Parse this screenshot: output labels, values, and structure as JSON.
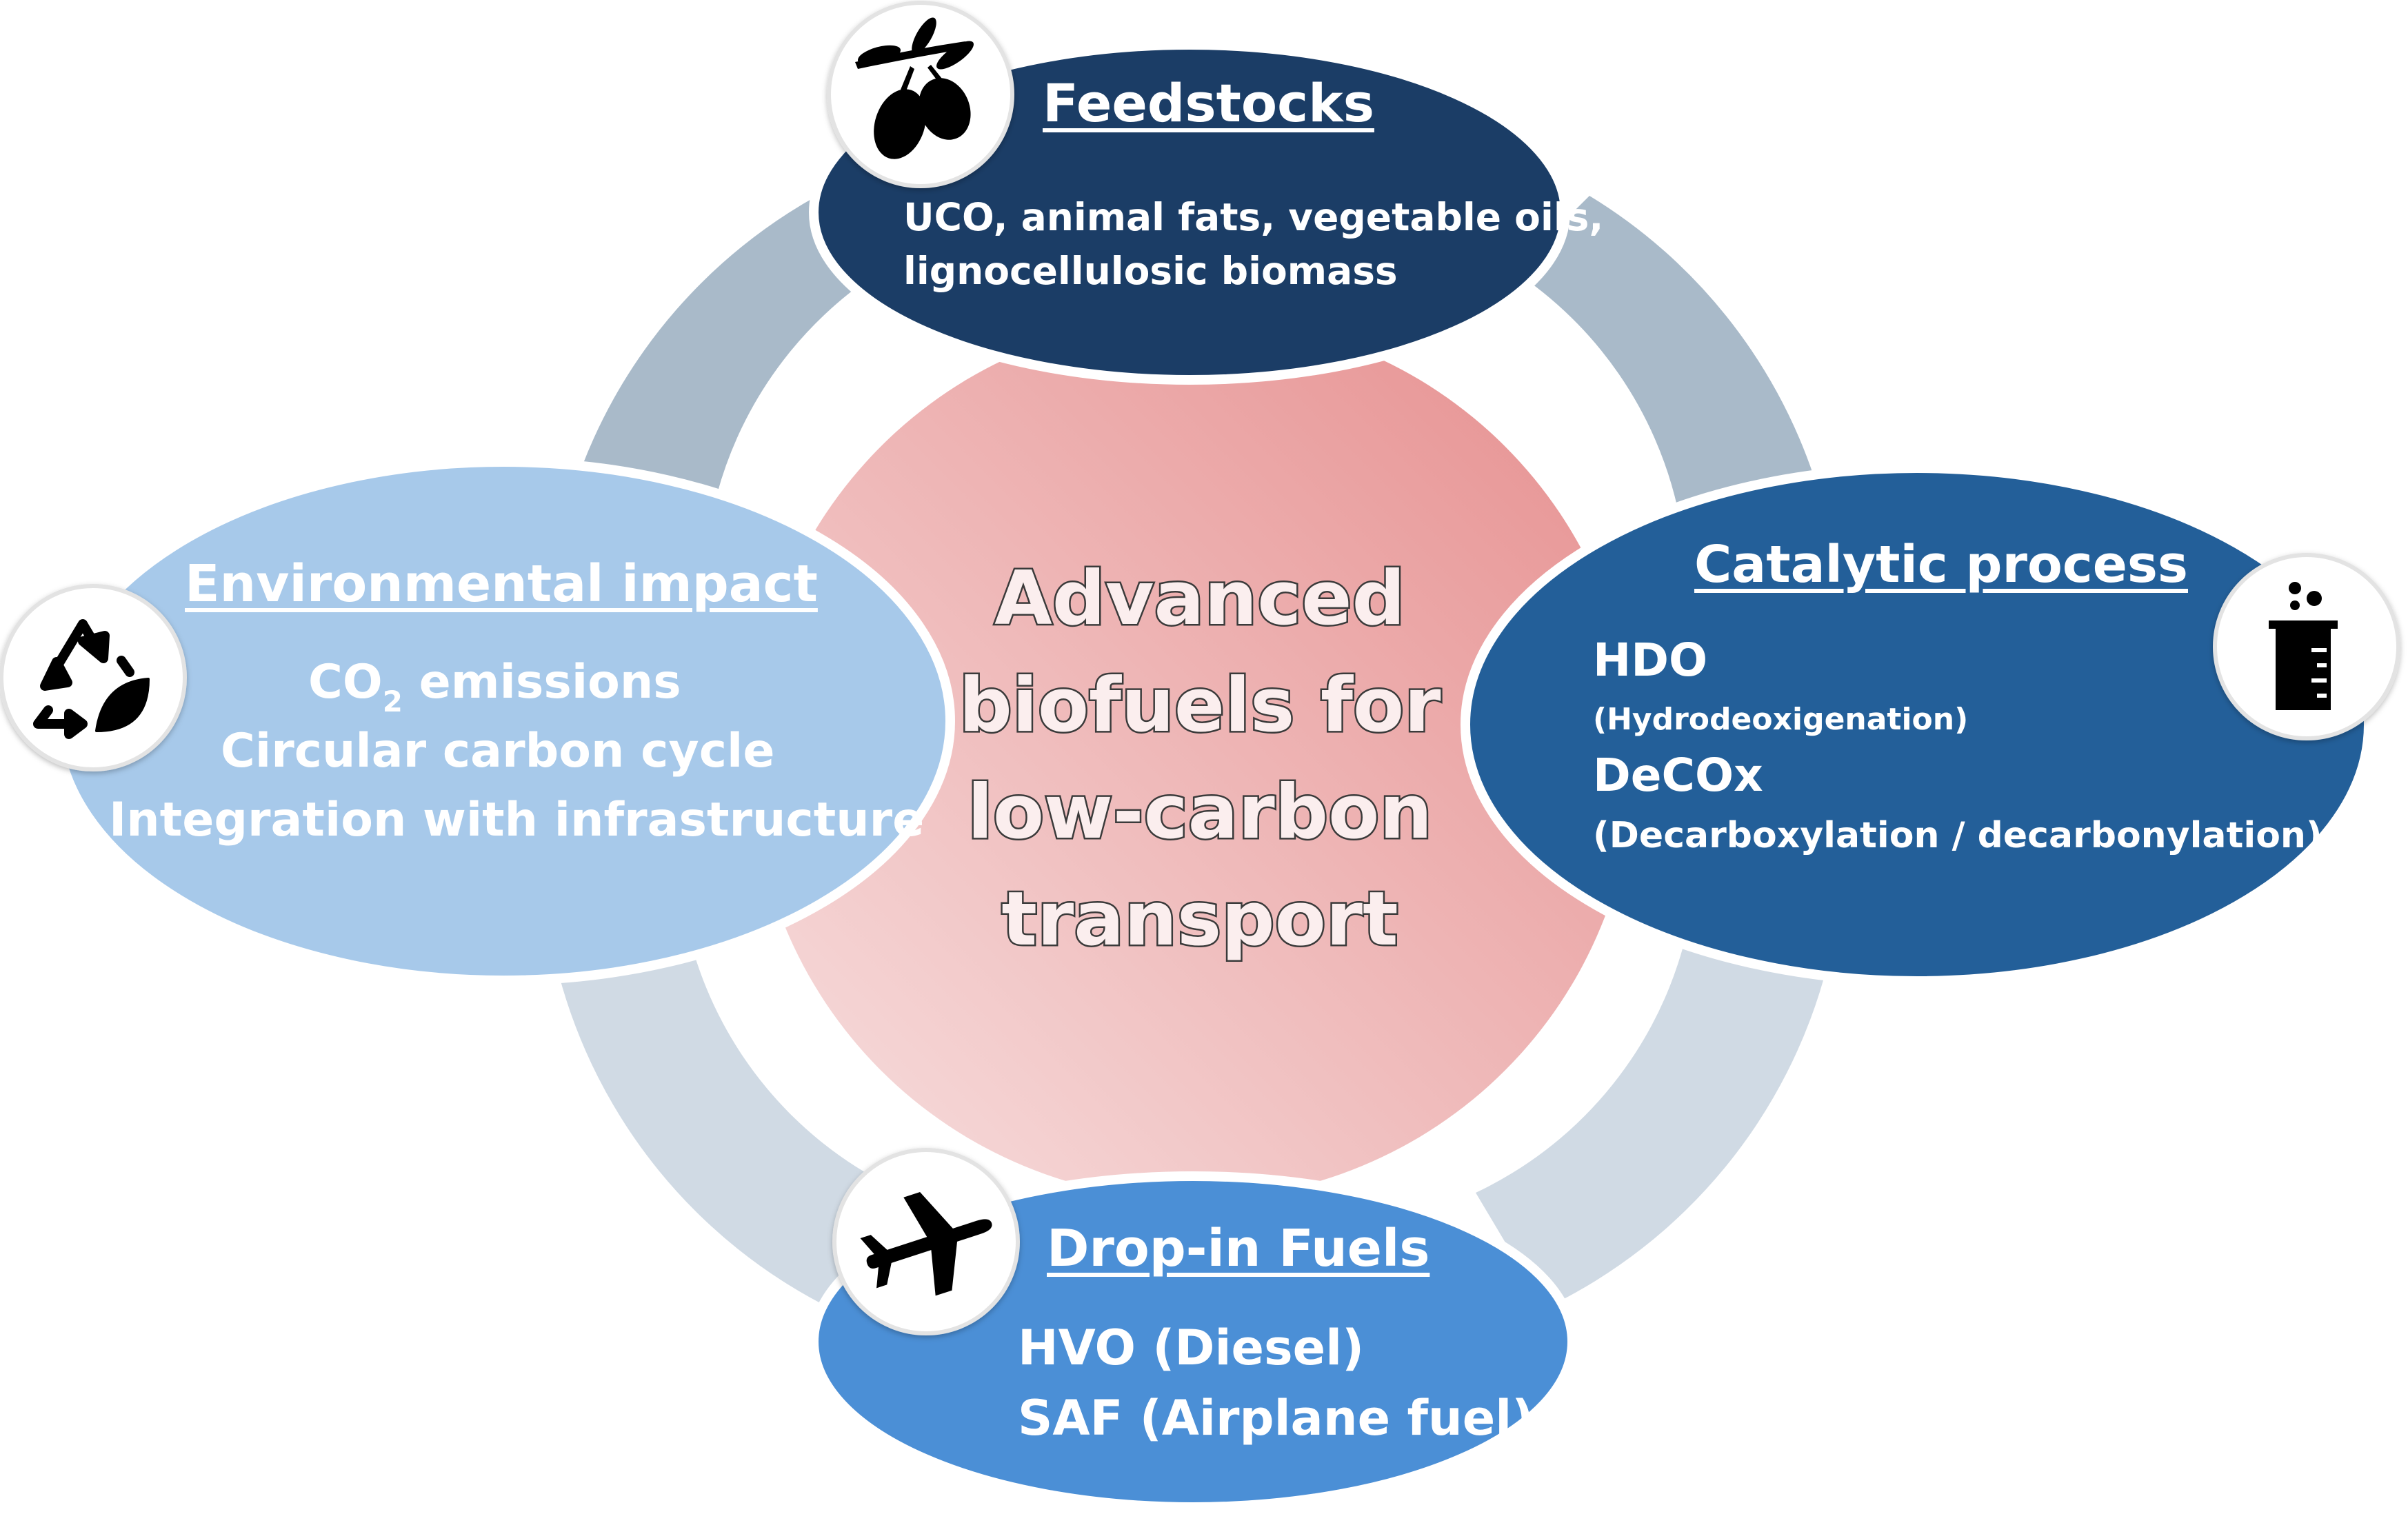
{
  "center": {
    "lines": [
      "Advanced",
      "biofuels for",
      "low-carbon",
      "transport"
    ]
  },
  "feedstocks": {
    "title": "Feedstocks",
    "line1": "UCO, animal fats, vegetable oils,",
    "line2": "lignocellulosic biomass",
    "icon": "olive-branch-icon",
    "color": "#1b3d66"
  },
  "catalytic": {
    "title": "Catalytic process",
    "item1": "HDO",
    "item1_sub": "(Hydrodeoxigenation)",
    "item2": "DeCOx",
    "item2_sub": "(Decarboxylation / decarbonylation)",
    "icon": "beaker-icon",
    "color": "#235f99"
  },
  "dropin": {
    "title": "Drop-in Fuels",
    "line1": "HVO (Diesel)",
    "line2": "SAF (Airplane fuel)",
    "icon": "airplane-icon",
    "color": "#4b8fd6"
  },
  "environmental": {
    "title": "Environmental impact",
    "co2_main": "CO",
    "co2_sub": "2",
    "co2_rest": " emissions",
    "line2": "Circular carbon cycle",
    "line3": "Integration with infrastructure",
    "icon": "recycle-leaf-icon",
    "color": "#a7c9ea"
  },
  "colors": {
    "ring_upper": "#a9bac9",
    "ring_lower": "#d0dae4",
    "center_light": "#f4d4d4",
    "center_dark": "#e89494"
  }
}
